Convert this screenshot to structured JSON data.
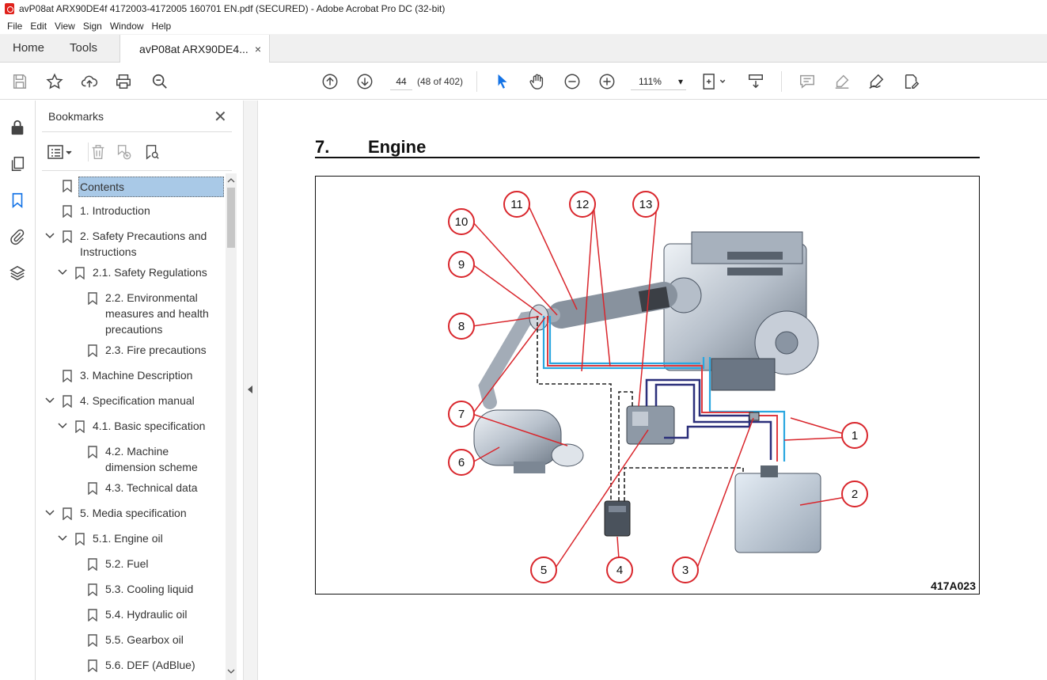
{
  "window": {
    "title": "avP08at ARX90DE4f 4172003-4172005 160701 EN.pdf (SECURED) - Adobe Acrobat Pro DC (32-bit)"
  },
  "menu": [
    "File",
    "Edit",
    "View",
    "Sign",
    "Window",
    "Help"
  ],
  "tabs": {
    "home": "Home",
    "tools": "Tools",
    "doc": "avP08at ARX90DE4...",
    "close": "×"
  },
  "toolbar": {
    "page_value": "44",
    "page_count": "(48 of 402)",
    "zoom": "111%",
    "zoom_caret": "▾",
    "icons": [
      "save-icon",
      "star-icon",
      "upload-icon",
      "print-icon",
      "search-icon",
      "prev-page-icon",
      "next-page-icon",
      "pointer-icon",
      "hand-icon",
      "zoom-out-icon",
      "zoom-in-icon",
      "page-fit-icon",
      "scroll-mode-icon",
      "comment-icon",
      "highlight-icon",
      "sign-icon",
      "fill-sign-icon"
    ]
  },
  "rail_icons": [
    "lock-icon",
    "pages-icon",
    "bookmark-icon",
    "attachment-icon",
    "layers-icon"
  ],
  "bookmarks": {
    "title": "Bookmarks",
    "close": "✕",
    "items": [
      {
        "label": "Contents",
        "level": 0,
        "chevron": "",
        "selected": true
      },
      {
        "label": "1. Introduction",
        "level": 0,
        "chevron": ""
      },
      {
        "label": "2. Safety Precautions and Instructions",
        "level": 0,
        "chevron": "v"
      },
      {
        "label": "2.1. Safety Regulations",
        "level": 1,
        "chevron": "v"
      },
      {
        "label": "2.2. Environmental measures and health precautions",
        "level": 2,
        "chevron": ""
      },
      {
        "label": "2.3. Fire precautions",
        "level": 2,
        "chevron": ""
      },
      {
        "label": "3. Machine Description",
        "level": 0,
        "chevron": ""
      },
      {
        "label": "4. Specification manual",
        "level": 0,
        "chevron": "v"
      },
      {
        "label": "4.1. Basic specification",
        "level": 1,
        "chevron": "v"
      },
      {
        "label": "4.2. Machine dimension scheme",
        "level": 2,
        "chevron": ""
      },
      {
        "label": "4.3. Technical data",
        "level": 2,
        "chevron": ""
      },
      {
        "label": "5. Media specification",
        "level": 0,
        "chevron": "v"
      },
      {
        "label": "5.1. Engine oil",
        "level": 1,
        "chevron": "v"
      },
      {
        "label": "5.2. Fuel",
        "level": 2,
        "chevron": ""
      },
      {
        "label": "5.3. Cooling liquid",
        "level": 2,
        "chevron": ""
      },
      {
        "label": "5.4. Hydraulic oil",
        "level": 2,
        "chevron": ""
      },
      {
        "label": "5.5. Gearbox oil",
        "level": 2,
        "chevron": ""
      },
      {
        "label": "5.6. DEF (AdBlue)",
        "level": 2,
        "chevron": ""
      }
    ]
  },
  "document": {
    "section_number": "7.",
    "section_title": "Engine",
    "figure_id": "417A023",
    "callouts": [
      "1",
      "2",
      "3",
      "4",
      "5",
      "6",
      "7",
      "8",
      "9",
      "10",
      "11",
      "12",
      "13"
    ]
  },
  "colors": {
    "accent_blue": "#1473e6",
    "selection": "#a9c9e7",
    "callout_red": "#d9262c",
    "line_cyan": "#2aa7e0",
    "line_navy": "#2b2f7a"
  }
}
